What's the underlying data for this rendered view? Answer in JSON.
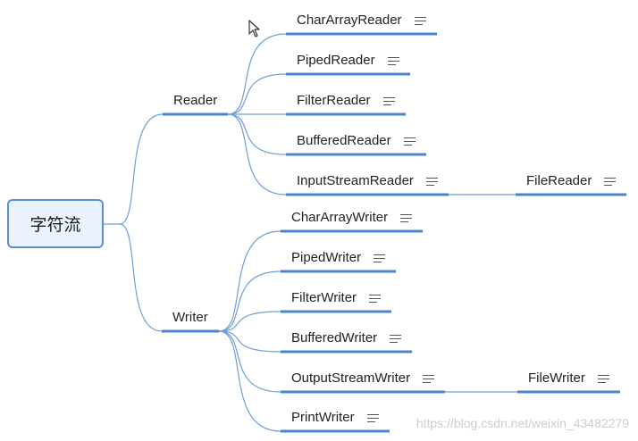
{
  "root": {
    "label": "字符流"
  },
  "branches": [
    {
      "label": "Reader",
      "children": [
        {
          "label": "CharArrayReader",
          "has_note": true
        },
        {
          "label": "PipedReader",
          "has_note": true
        },
        {
          "label": "FilterReader",
          "has_note": true
        },
        {
          "label": "BufferedReader",
          "has_note": true
        },
        {
          "label": "InputStreamReader",
          "has_note": true,
          "children": [
            {
              "label": "FileReader",
              "has_note": true
            }
          ]
        }
      ]
    },
    {
      "label": "Writer",
      "children": [
        {
          "label": "CharArrayWriter",
          "has_note": true
        },
        {
          "label": "PipedWriter",
          "has_note": true
        },
        {
          "label": "FilterWriter",
          "has_note": true
        },
        {
          "label": "BufferedWriter",
          "has_note": true
        },
        {
          "label": "OutputStreamWriter",
          "has_note": true,
          "children": [
            {
              "label": "FileWriter",
              "has_note": true
            }
          ]
        },
        {
          "label": "PrintWriter",
          "has_note": true
        }
      ]
    }
  ],
  "colors": {
    "underline": "#4a86d0",
    "connector": "#6e9fd8",
    "root_border": "#5b8fd4",
    "root_fill": "#eaf3fd"
  },
  "watermark": "https://blog.csdn.net/weixin_43482279"
}
